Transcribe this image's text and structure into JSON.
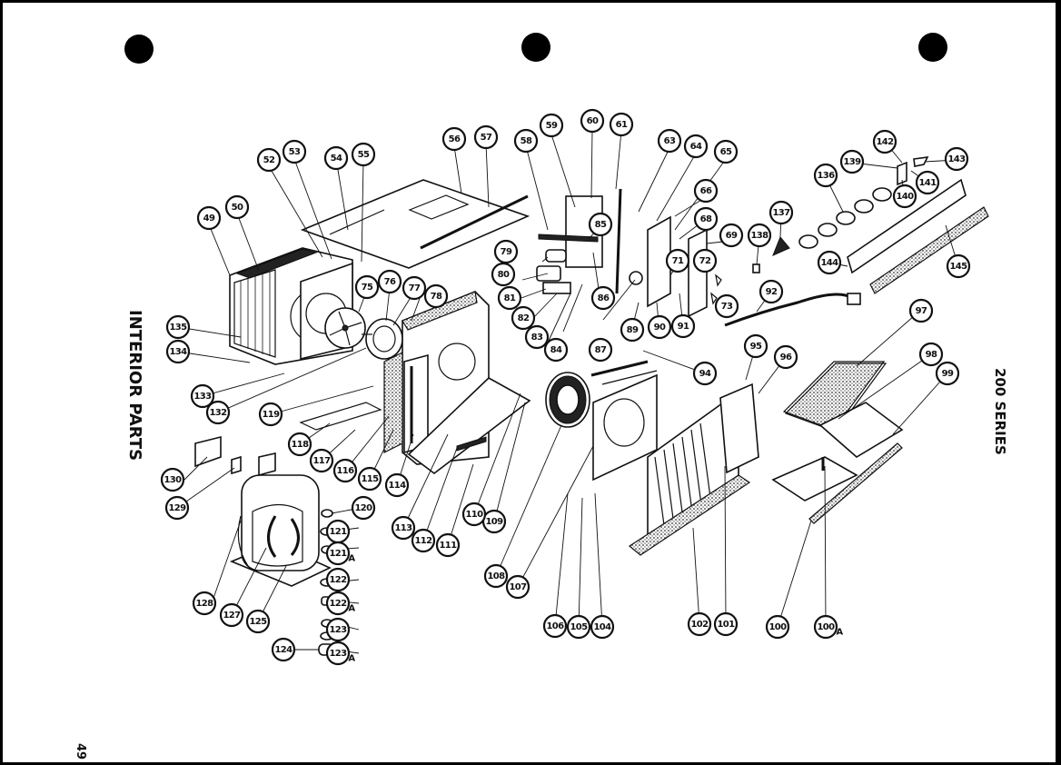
{
  "page_title": "INTERIOR PARTS",
  "series_label": "200 SERIES",
  "page_number": "49",
  "callouts": [
    {
      "label": "49"
    },
    {
      "label": "50"
    },
    {
      "label": "52"
    },
    {
      "label": "53"
    },
    {
      "label": "54"
    },
    {
      "label": "55"
    },
    {
      "label": "56"
    },
    {
      "label": "57"
    },
    {
      "label": "58"
    },
    {
      "label": "59"
    },
    {
      "label": "60"
    },
    {
      "label": "61"
    },
    {
      "label": "63"
    },
    {
      "label": "64"
    },
    {
      "label": "65"
    },
    {
      "label": "66"
    },
    {
      "label": "68"
    },
    {
      "label": "69"
    },
    {
      "label": "71"
    },
    {
      "label": "72"
    },
    {
      "label": "73"
    },
    {
      "label": "75"
    },
    {
      "label": "76"
    },
    {
      "label": "77"
    },
    {
      "label": "78"
    },
    {
      "label": "79"
    },
    {
      "label": "80"
    },
    {
      "label": "81"
    },
    {
      "label": "82"
    },
    {
      "label": "83"
    },
    {
      "label": "84"
    },
    {
      "label": "85"
    },
    {
      "label": "86"
    },
    {
      "label": "87"
    },
    {
      "label": "89"
    },
    {
      "label": "90"
    },
    {
      "label": "91"
    },
    {
      "label": "92"
    },
    {
      "label": "94"
    },
    {
      "label": "95"
    },
    {
      "label": "96"
    },
    {
      "label": "97"
    },
    {
      "label": "98"
    },
    {
      "label": "99"
    },
    {
      "label": "100"
    },
    {
      "label": "100",
      "suffix": "A"
    },
    {
      "label": "101"
    },
    {
      "label": "102"
    },
    {
      "label": "104"
    },
    {
      "label": "105"
    },
    {
      "label": "106"
    },
    {
      "label": "107"
    },
    {
      "label": "108"
    },
    {
      "label": "109"
    },
    {
      "label": "110"
    },
    {
      "label": "111"
    },
    {
      "label": "112"
    },
    {
      "label": "113"
    },
    {
      "label": "114"
    },
    {
      "label": "115"
    },
    {
      "label": "116"
    },
    {
      "label": "117"
    },
    {
      "label": "118"
    },
    {
      "label": "119"
    },
    {
      "label": "120"
    },
    {
      "label": "121"
    },
    {
      "label": "121",
      "suffix": "A"
    },
    {
      "label": "122"
    },
    {
      "label": "122",
      "suffix": "A"
    },
    {
      "label": "123"
    },
    {
      "label": "123",
      "suffix": "A"
    },
    {
      "label": "124"
    },
    {
      "label": "125"
    },
    {
      "label": "127"
    },
    {
      "label": "128"
    },
    {
      "label": "129"
    },
    {
      "label": "130"
    },
    {
      "label": "132"
    },
    {
      "label": "133"
    },
    {
      "label": "134"
    },
    {
      "label": "135"
    },
    {
      "label": "136"
    },
    {
      "label": "137"
    },
    {
      "label": "138"
    },
    {
      "label": "139"
    },
    {
      "label": "140"
    },
    {
      "label": "141"
    },
    {
      "label": "142"
    },
    {
      "label": "143"
    },
    {
      "label": "144"
    },
    {
      "label": "145"
    }
  ]
}
